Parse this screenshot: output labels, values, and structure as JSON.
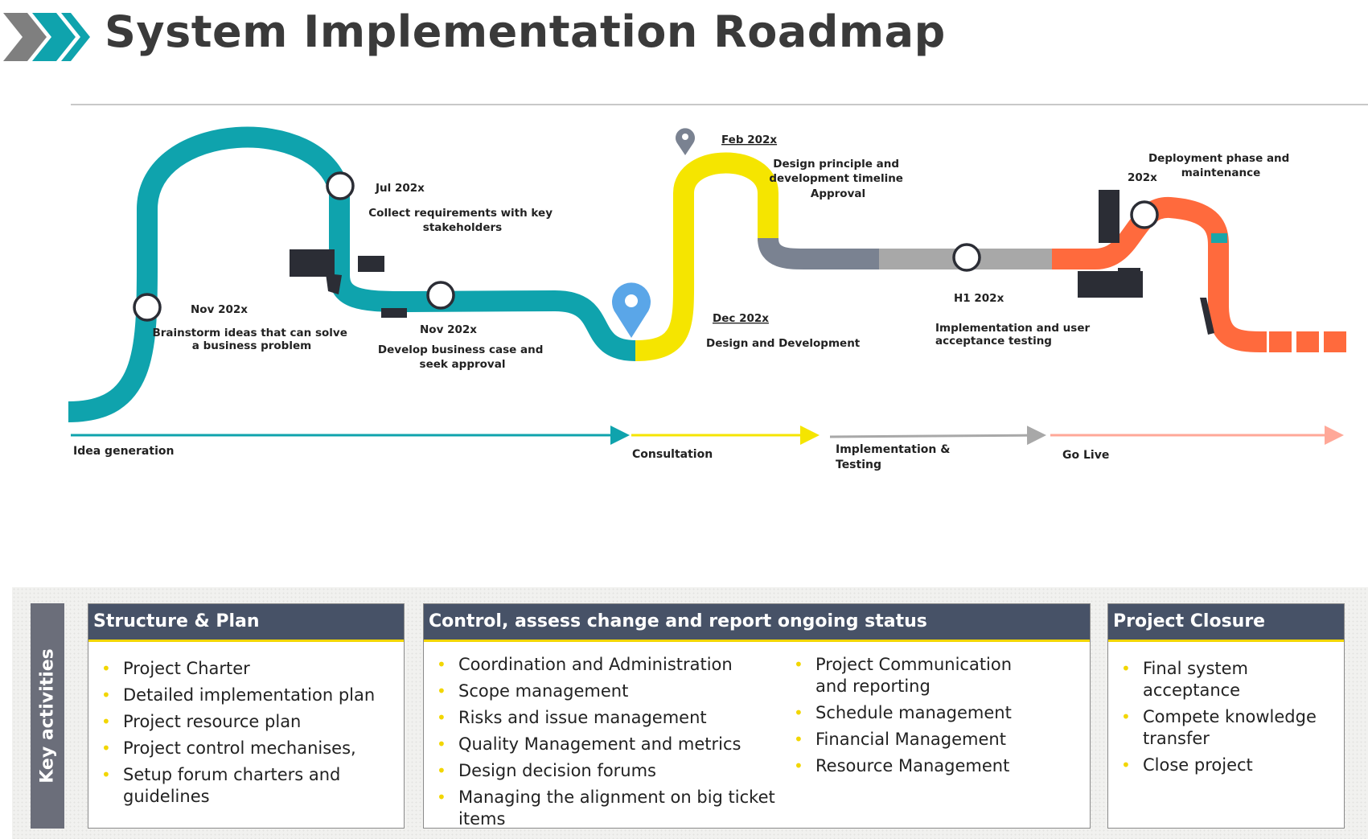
{
  "title": "System Implementation Roadmap",
  "colors": {
    "teal": "#0fa3ad",
    "yellow": "#f5e500",
    "slate": "#7a8291",
    "grey": "#a8a8a8",
    "orange": "#ff6a3d",
    "header_bg": "#475267",
    "accent_yellow": "#f2d600",
    "pin_blue": "#5aa6e8"
  },
  "milestones": {
    "nov_idea": {
      "date": "Nov 202x",
      "text": [
        "Brainstorm ideas that can solve",
        "a business problem"
      ]
    },
    "jul": {
      "date": "Jul 202x",
      "text": [
        "Collect requirements with key",
        "stakeholders"
      ]
    },
    "nov_case": {
      "date": "Nov 202x",
      "text": [
        "Develop business case and",
        "seek approval"
      ]
    },
    "feb": {
      "date": "Feb 202x",
      "text": [
        "Design principle and",
        "development timeline",
        "Approval"
      ]
    },
    "dec": {
      "date": "Dec 202x",
      "text": [
        "Design and Development"
      ]
    },
    "h1": {
      "date": "H1 202x",
      "text": [
        "Implementation and user",
        "acceptance testing"
      ]
    },
    "deploy": {
      "date": "202x",
      "text": [
        "Deployment  phase and",
        "maintenance"
      ]
    }
  },
  "phases": [
    {
      "name": "Idea generation",
      "lines": [
        "Idea generation"
      ]
    },
    {
      "name": "Consultation",
      "lines": [
        "Consultation"
      ]
    },
    {
      "name": "Implementation & Testing",
      "lines": [
        "Implementation &",
        "Testing"
      ]
    },
    {
      "name": "Go Live",
      "lines": [
        "Go Live"
      ]
    }
  ],
  "key_activities_label": "Key activities",
  "boxes": {
    "structure": {
      "title": "Structure & Plan",
      "items": [
        "Project Charter",
        "Detailed implementation plan",
        "Project resource plan",
        "Project control mechanises,",
        "Setup forum charters and guidelines"
      ]
    },
    "control": {
      "title": "Control,  assess change and report ongoing status",
      "items_left": [
        "Coordination and Administration",
        "Scope management",
        "Risks and issue management",
        "Quality Management and metrics",
        "Design decision forums",
        "Managing the alignment on big ticket items"
      ],
      "items_right": [
        "Project Communication and reporting",
        "Schedule management",
        "Financial Management",
        "Resource Management"
      ]
    },
    "closure": {
      "title": "Project Closure",
      "items": [
        "Final system acceptance",
        "Compete knowledge transfer",
        "Close project"
      ]
    }
  }
}
